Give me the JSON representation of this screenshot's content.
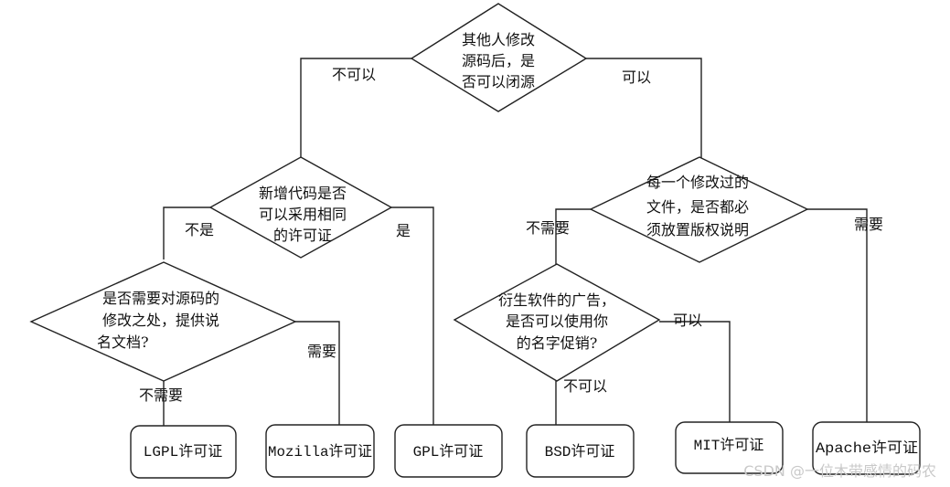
{
  "diagram": {
    "decisions": {
      "d1": [
        "其他人修改",
        "源码后，是",
        "否可以闭源"
      ],
      "d2": [
        "新增代码是否",
        "可以采用相同",
        "的许可证"
      ],
      "d3": [
        "每一个修改过的",
        "文件，是否都必",
        "须放置版权说明"
      ],
      "d4": [
        "是否需要对源码的",
        "修改之处，提供说",
        "名文档?"
      ],
      "d5": [
        "衍生软件的广告，",
        "是否可以使用你",
        "的名字促销?"
      ]
    },
    "edges": {
      "d1_left": "不可以",
      "d1_right": "可以",
      "d2_left": "不是",
      "d2_right": "是",
      "d3_left": "不需要",
      "d3_right": "需要",
      "d4_down": "不需要",
      "d4_right": "需要",
      "d5_down": "不可以",
      "d5_right": "可以"
    },
    "licenses": {
      "lgpl": "LGPL许可证",
      "mozilla": "Mozilla许可证",
      "gpl": "GPL许可证",
      "bsd": "BSD许可证",
      "mit": "MIT许可证",
      "apache": "Apache许可证"
    },
    "watermark": "CSDN @一位木带感情的码农"
  }
}
